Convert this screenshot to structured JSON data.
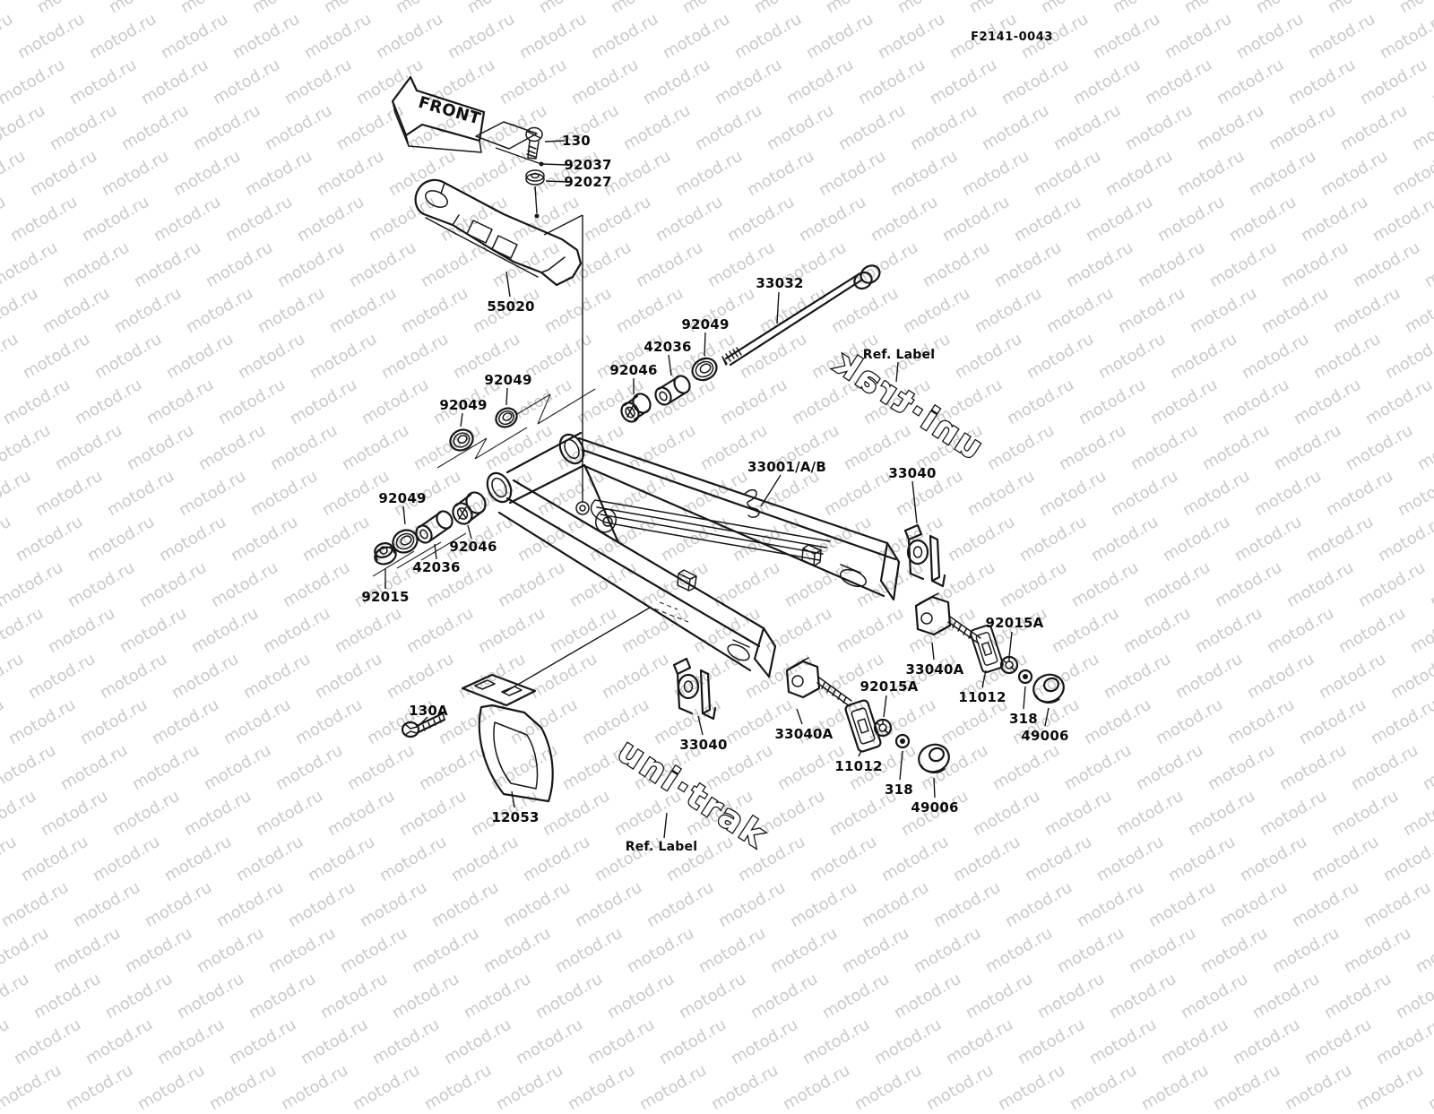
{
  "page": {
    "background": "#ffffff",
    "ink": "#161616"
  },
  "watermark": {
    "text": "motod.ru",
    "color": "#c9c9c9"
  },
  "header": {
    "diagram_code": "F2141-0043"
  },
  "front_arrow": {
    "label": "FRONT"
  },
  "logos": {
    "brand": "uni·trak",
    "ref_label": "Ref. Label"
  },
  "part_labels": [
    {
      "text": "130"
    },
    {
      "text": "92037"
    },
    {
      "text": "92027"
    },
    {
      "text": "55020"
    },
    {
      "text": "33032"
    },
    {
      "text": "92049"
    },
    {
      "text": "42036"
    },
    {
      "text": "92046"
    },
    {
      "text": "92049"
    },
    {
      "text": "92049"
    },
    {
      "text": "33001/A/B"
    },
    {
      "text": "33040"
    },
    {
      "text": "92049"
    },
    {
      "text": "92046"
    },
    {
      "text": "42036"
    },
    {
      "text": "92015"
    },
    {
      "text": "130A"
    },
    {
      "text": "12053"
    },
    {
      "text": "33040"
    },
    {
      "text": "33040A"
    },
    {
      "text": "92015A"
    },
    {
      "text": "11012"
    },
    {
      "text": "318"
    },
    {
      "text": "49006"
    },
    {
      "text": "33040A"
    },
    {
      "text": "92015A"
    },
    {
      "text": "11012"
    },
    {
      "text": "318"
    },
    {
      "text": "49006"
    }
  ]
}
